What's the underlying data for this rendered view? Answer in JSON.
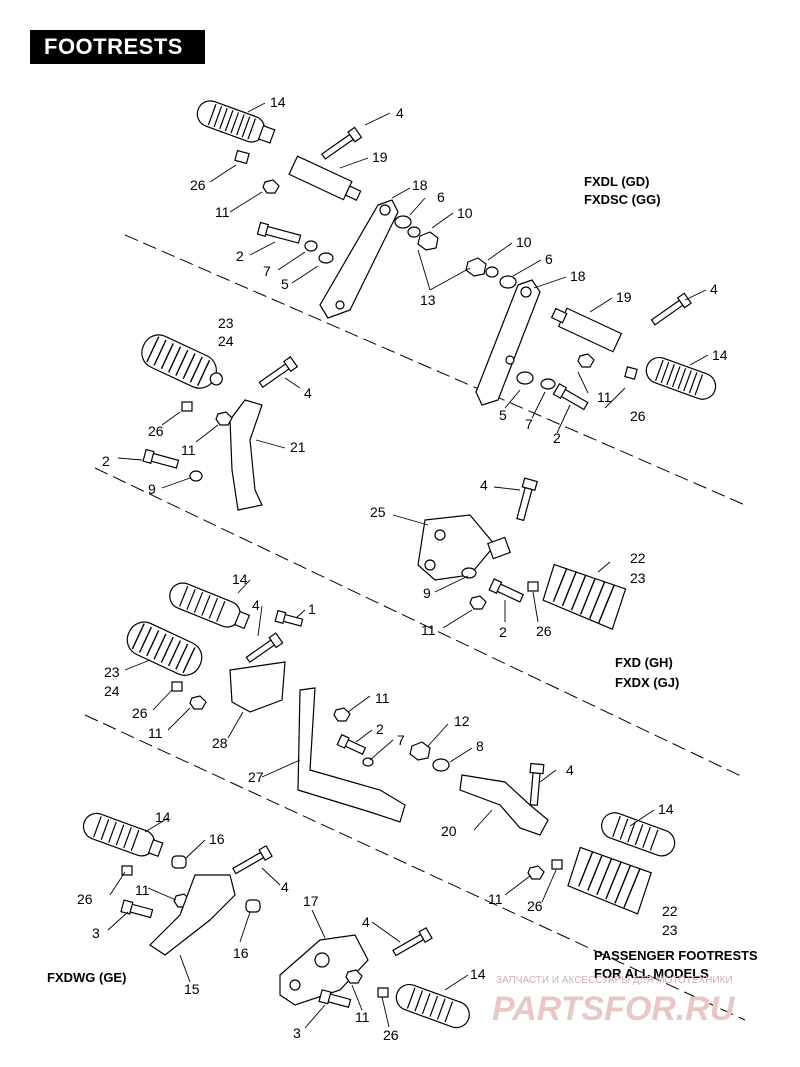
{
  "title": "FOOTRESTS",
  "model_labels": {
    "fxdl": "FXDL (GD)",
    "fxdsc": "FXDSC (GG)",
    "fxd": "FXD (GH)",
    "fxdx": "FXDX (GJ)",
    "fxdwg": "FXDWG (GE)",
    "passenger_line1": "PASSENGER FOOTRESTS",
    "passenger_line2": "FOR ALL MODELS"
  },
  "callouts": [
    "14",
    "4",
    "19",
    "26",
    "11",
    "18",
    "6",
    "10",
    "2",
    "7",
    "5",
    "10",
    "6",
    "18",
    "13",
    "19",
    "4",
    "14",
    "23",
    "24",
    "4",
    "26",
    "11",
    "21",
    "5",
    "7",
    "11",
    "26",
    "2",
    "2",
    "9",
    "4",
    "25",
    "22",
    "23",
    "9",
    "11",
    "2",
    "26",
    "14",
    "4",
    "1",
    "23",
    "24",
    "26",
    "11",
    "28",
    "11",
    "2",
    "7",
    "27",
    "12",
    "8",
    "4",
    "20",
    "14",
    "11",
    "26",
    "22",
    "23",
    "14",
    "16",
    "26",
    "11",
    "4",
    "3",
    "16",
    "15",
    "17",
    "4",
    "14",
    "3",
    "11",
    "26"
  ],
  "watermark": {
    "line1": "ЗАПЧАСТИ И АКСЕССУАРЫ ДЛЯ МОТОТЕХНИКИ",
    "logo": "PARTSFOR.RU"
  }
}
